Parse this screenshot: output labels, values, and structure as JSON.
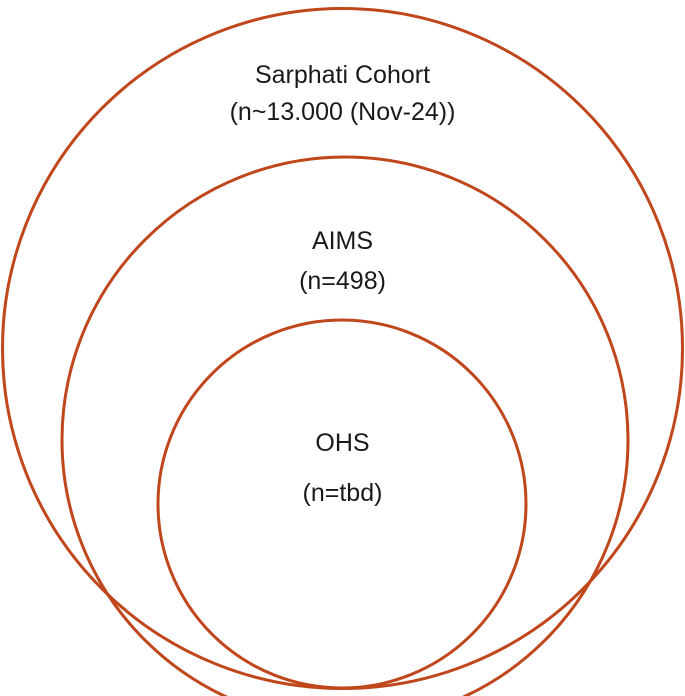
{
  "colors": {
    "ring_stroke": "#c0461c",
    "text": "#1a1a1a",
    "background": "#ffffff"
  },
  "diagram": {
    "outer": {
      "title": "Sarphati Cohort",
      "count": "(n~13.000 (Nov-24))"
    },
    "middle": {
      "title": "AIMS",
      "count": "(n=498)"
    },
    "inner": {
      "title": "OHS",
      "count": "(n=tbd)"
    }
  }
}
